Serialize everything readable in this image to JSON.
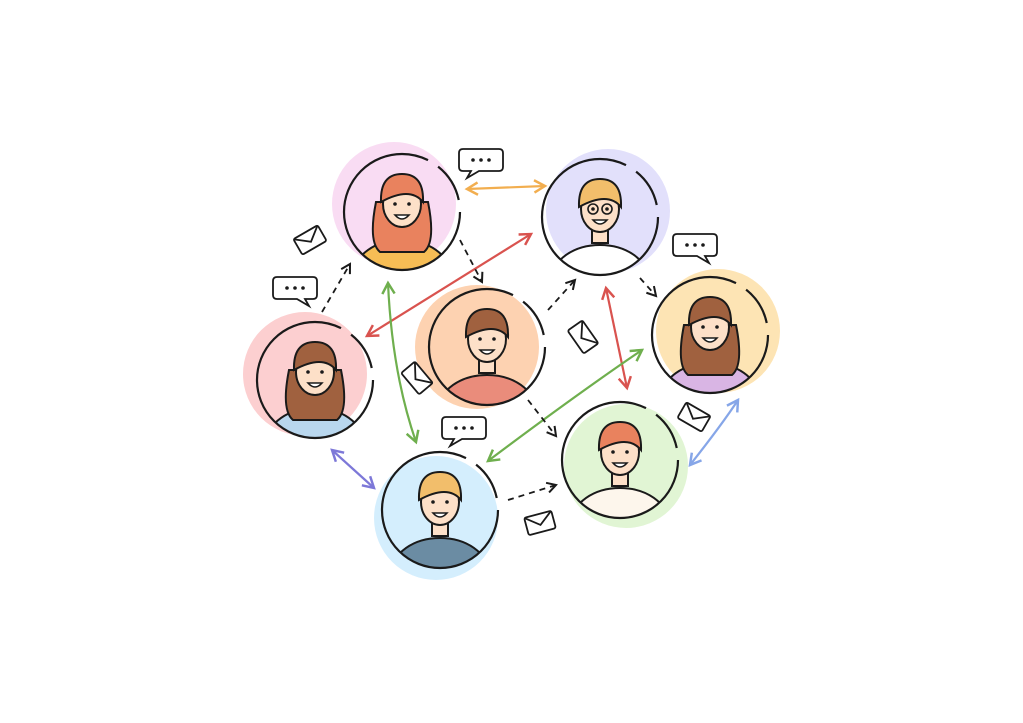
{
  "illustration": {
    "people": [
      {
        "id": "woman-red-hair",
        "bg": "#f9dcf3",
        "hair": "#e9825e",
        "shirt": "#f6bd55"
      },
      {
        "id": "man-glasses",
        "bg": "#e2e0fb",
        "hair": "#f2be6b",
        "shirt": "#ffffff"
      },
      {
        "id": "man-center",
        "bg": "#fdd2b1",
        "hair": "#a0613f",
        "shirt": "#ea8c7b"
      },
      {
        "id": "woman-right",
        "bg": "#fde4b4",
        "hair": "#a0613f",
        "shirt": "#d9b5e4"
      },
      {
        "id": "woman-left",
        "bg": "#fccfd0",
        "hair": "#a0613f",
        "shirt": "#b9d7ee"
      },
      {
        "id": "man-turtleneck",
        "bg": "#e1f5d4",
        "hair": "#e9825e",
        "shirt": "#fdf6ec"
      },
      {
        "id": "man-suit",
        "bg": "#d4eefd",
        "hair": "#f2be6b",
        "shirt": "#6b8ca3"
      }
    ],
    "connection_colors": {
      "orange": "#f2ae4f",
      "red": "#d9534f",
      "green": "#6faf4e",
      "purple": "#7d78d8",
      "blue": "#86a6e8"
    },
    "skin": "#fde0c8",
    "outline": "#1a1a1a"
  }
}
